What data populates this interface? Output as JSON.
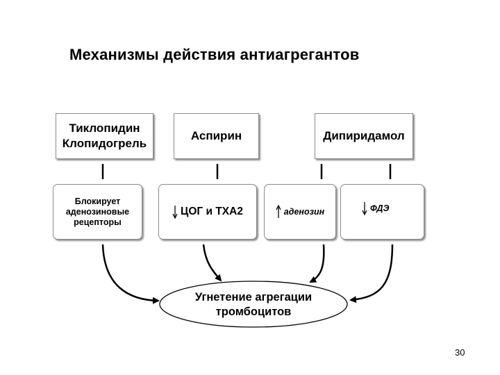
{
  "slide": {
    "title": "Механизмы  действия  антиагрегантов",
    "page_number": "30"
  },
  "drugs": {
    "ticlopidine_line1": "Тиклопидин",
    "ticlopidine_line2": "Клопидогрель",
    "aspirin": "Аспирин",
    "dipyridamole": "Дипиридамол"
  },
  "mechanisms": {
    "adp_line1": "Блокирует",
    "adp_line2": "аденозиновые",
    "adp_line3": "рецепторы",
    "cox": "ЦОГ и ТХА2",
    "adenosine": "аденозин",
    "pde": "ФДЭ"
  },
  "result": {
    "line1": "Угнетение агрегации",
    "line2": "тромбоцитов"
  }
}
